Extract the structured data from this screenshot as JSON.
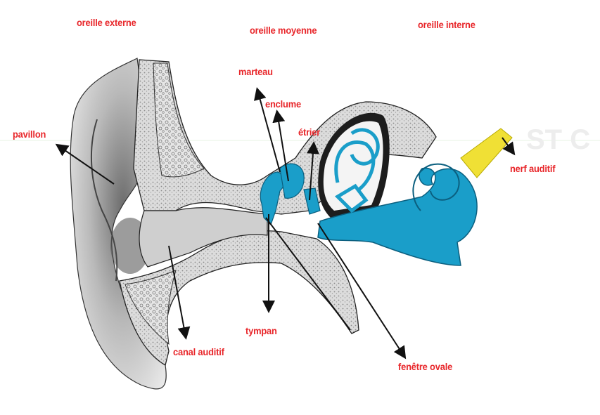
{
  "labels": {
    "oreille_externe": "oreille externe",
    "oreille_moyenne": "oreille moyenne",
    "oreille_interne": "oreille interne",
    "pavillon": "pavillon",
    "marteau": "marteau",
    "enclume": "enclume",
    "etrier": "étrier",
    "nerf_auditif": "nerf auditif",
    "tympan": "tympan",
    "canal_auditif": "canal auditif",
    "fenetre_ovale": "fenêtre ovale"
  },
  "colors": {
    "label": "#e8262a",
    "inner_ear": "#1a9ec9",
    "nerve": "#f0e035",
    "bone": "#d9d9d9",
    "outline": "#222222",
    "arrow": "#111111"
  }
}
